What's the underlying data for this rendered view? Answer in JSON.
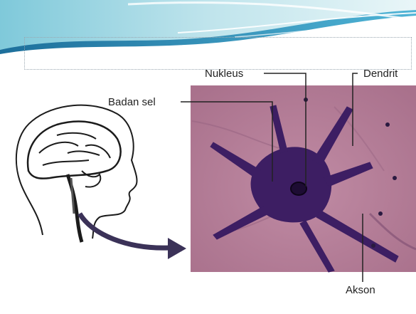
{
  "slide": {
    "title": "",
    "labels": {
      "nukleus": "Nukleus",
      "dendrit": "Dendrit",
      "badan_sel": "Badan sel",
      "akson": "Akson"
    }
  },
  "colors": {
    "banner_light": "#cfeaf0",
    "banner_dark": "#2e8fb8",
    "tissue_bg": "#b57c96",
    "neuron_body": "#3d1e63",
    "arrow": "#3b3258"
  },
  "icons": [
    "brain-head-illustration-icon",
    "curved-arrow-icon"
  ]
}
